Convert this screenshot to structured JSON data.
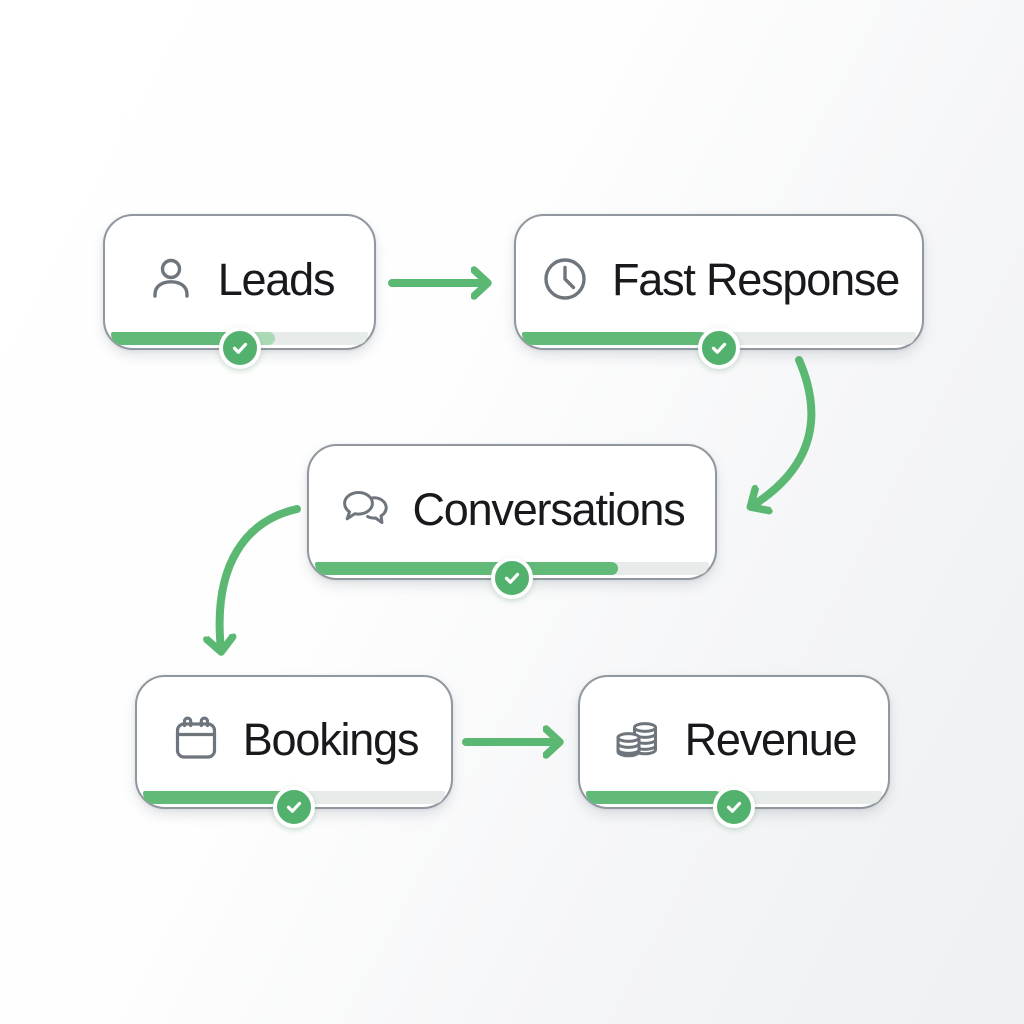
{
  "diagram": {
    "type": "flowchart",
    "description_of_badge": "green circular checkmark on each stage progress bar"
  },
  "nodes": [
    {
      "id": "leads",
      "label": "Leads",
      "icon": "person-icon",
      "progress_pct": "52%",
      "progress_light_pct": "12%",
      "completed": true
    },
    {
      "id": "fast_response",
      "label": "Fast Response",
      "icon": "clock-icon",
      "progress_pct": "47%",
      "progress_light_pct": "0%",
      "completed": true
    },
    {
      "id": "conversations",
      "label": "Conversations",
      "icon": "chat-bubbles-icon",
      "progress_pct": "77%",
      "progress_light_pct": "0%",
      "completed": true
    },
    {
      "id": "bookings",
      "label": "Bookings",
      "icon": "calendar-icon",
      "progress_pct": "47%",
      "progress_light_pct": "0%",
      "completed": true
    },
    {
      "id": "revenue",
      "label": "Revenue",
      "icon": "coins-icon",
      "progress_pct": "46%",
      "progress_light_pct": "0%",
      "completed": true
    }
  ],
  "connections": [
    {
      "from": "Leads",
      "to": "Fast Response",
      "style": "straight-right"
    },
    {
      "from": "Fast Response",
      "to": "Conversations",
      "style": "curved-down-left"
    },
    {
      "from": "Conversations",
      "to": "Bookings",
      "style": "curved-down-left"
    },
    {
      "from": "Bookings",
      "to": "Revenue",
      "style": "straight-right"
    }
  ],
  "colors": {
    "accent_green": "#5bb873",
    "bar_fill_green": "#62ba78",
    "bar_fill_light_green": "#abdbb5",
    "badge_green": "#52b26d",
    "track_gray": "#e7ebe9",
    "card_border_gray": "#90979e",
    "icon_gray": "#6e757c",
    "text_dark": "#17191c"
  }
}
